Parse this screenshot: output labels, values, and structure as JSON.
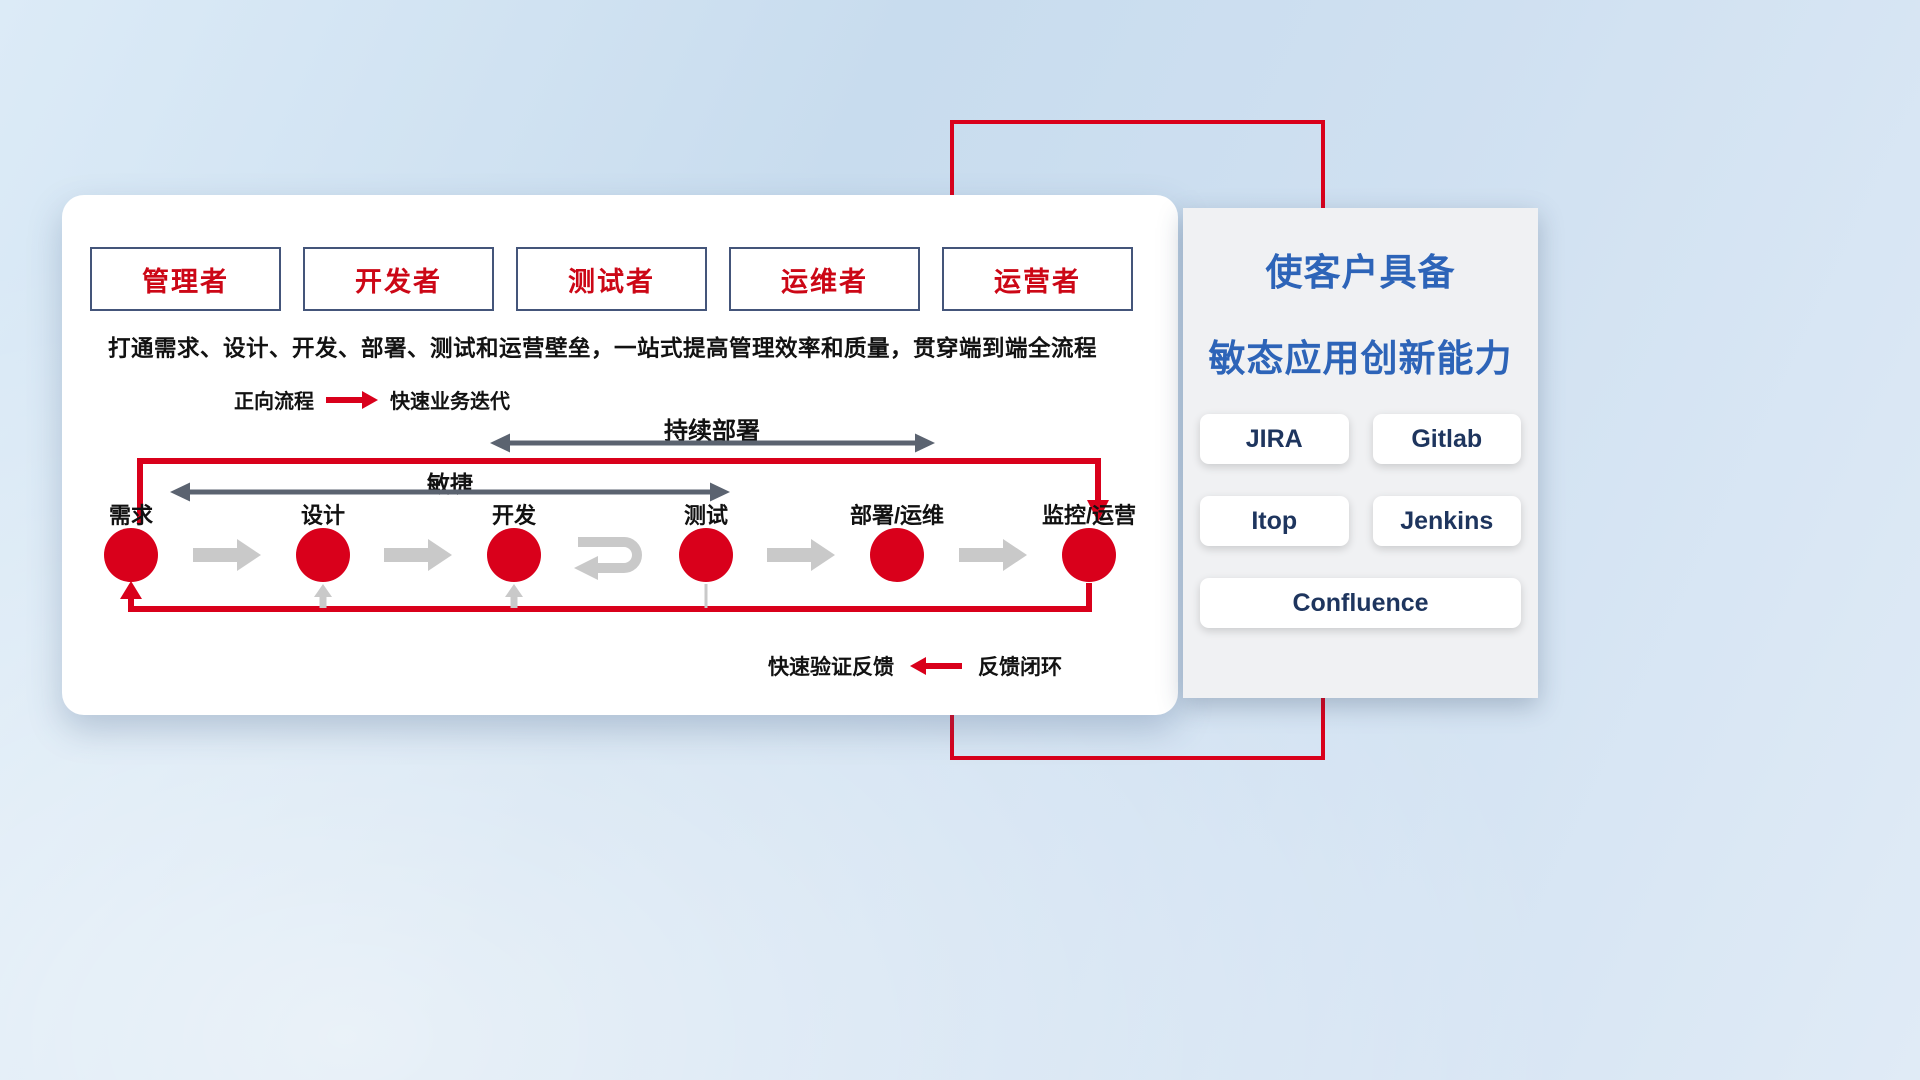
{
  "colors": {
    "accent_red": "#d9001b",
    "dark_arrow_gray": "#5b6370",
    "light_arrow_gray": "#c9c9c9",
    "role_text_red": "#cc0716",
    "role_border_blue": "#44557a",
    "panel_title_blue": "#2d64b8",
    "tool_text_navy": "#1e355e"
  },
  "card": {
    "roles": [
      "管理者",
      "开发者",
      "测试者",
      "运维者",
      "运营者"
    ],
    "headline": "打通需求、设计、开发、部署、测试和运营壁垒，一站式提高管理效率和质量，贯穿端到端全流程",
    "forward_legend": {
      "label": "正向流程",
      "desc": "快速业务迭代"
    },
    "continuous_deploy_label": "持续部署",
    "agile_label": "敏捷",
    "stages": [
      "需求",
      "设计",
      "开发",
      "测试",
      "部署/运维",
      "监控/运营"
    ],
    "feedback_legend": {
      "label": "快速验证反馈",
      "desc": "反馈闭环"
    }
  },
  "side_panel": {
    "title_line1": "使客户具备",
    "title_line2": "敏态应用创新能力",
    "tools": [
      "JIRA",
      "Gitlab",
      "Itop",
      "Jenkins",
      "Confluence"
    ]
  }
}
